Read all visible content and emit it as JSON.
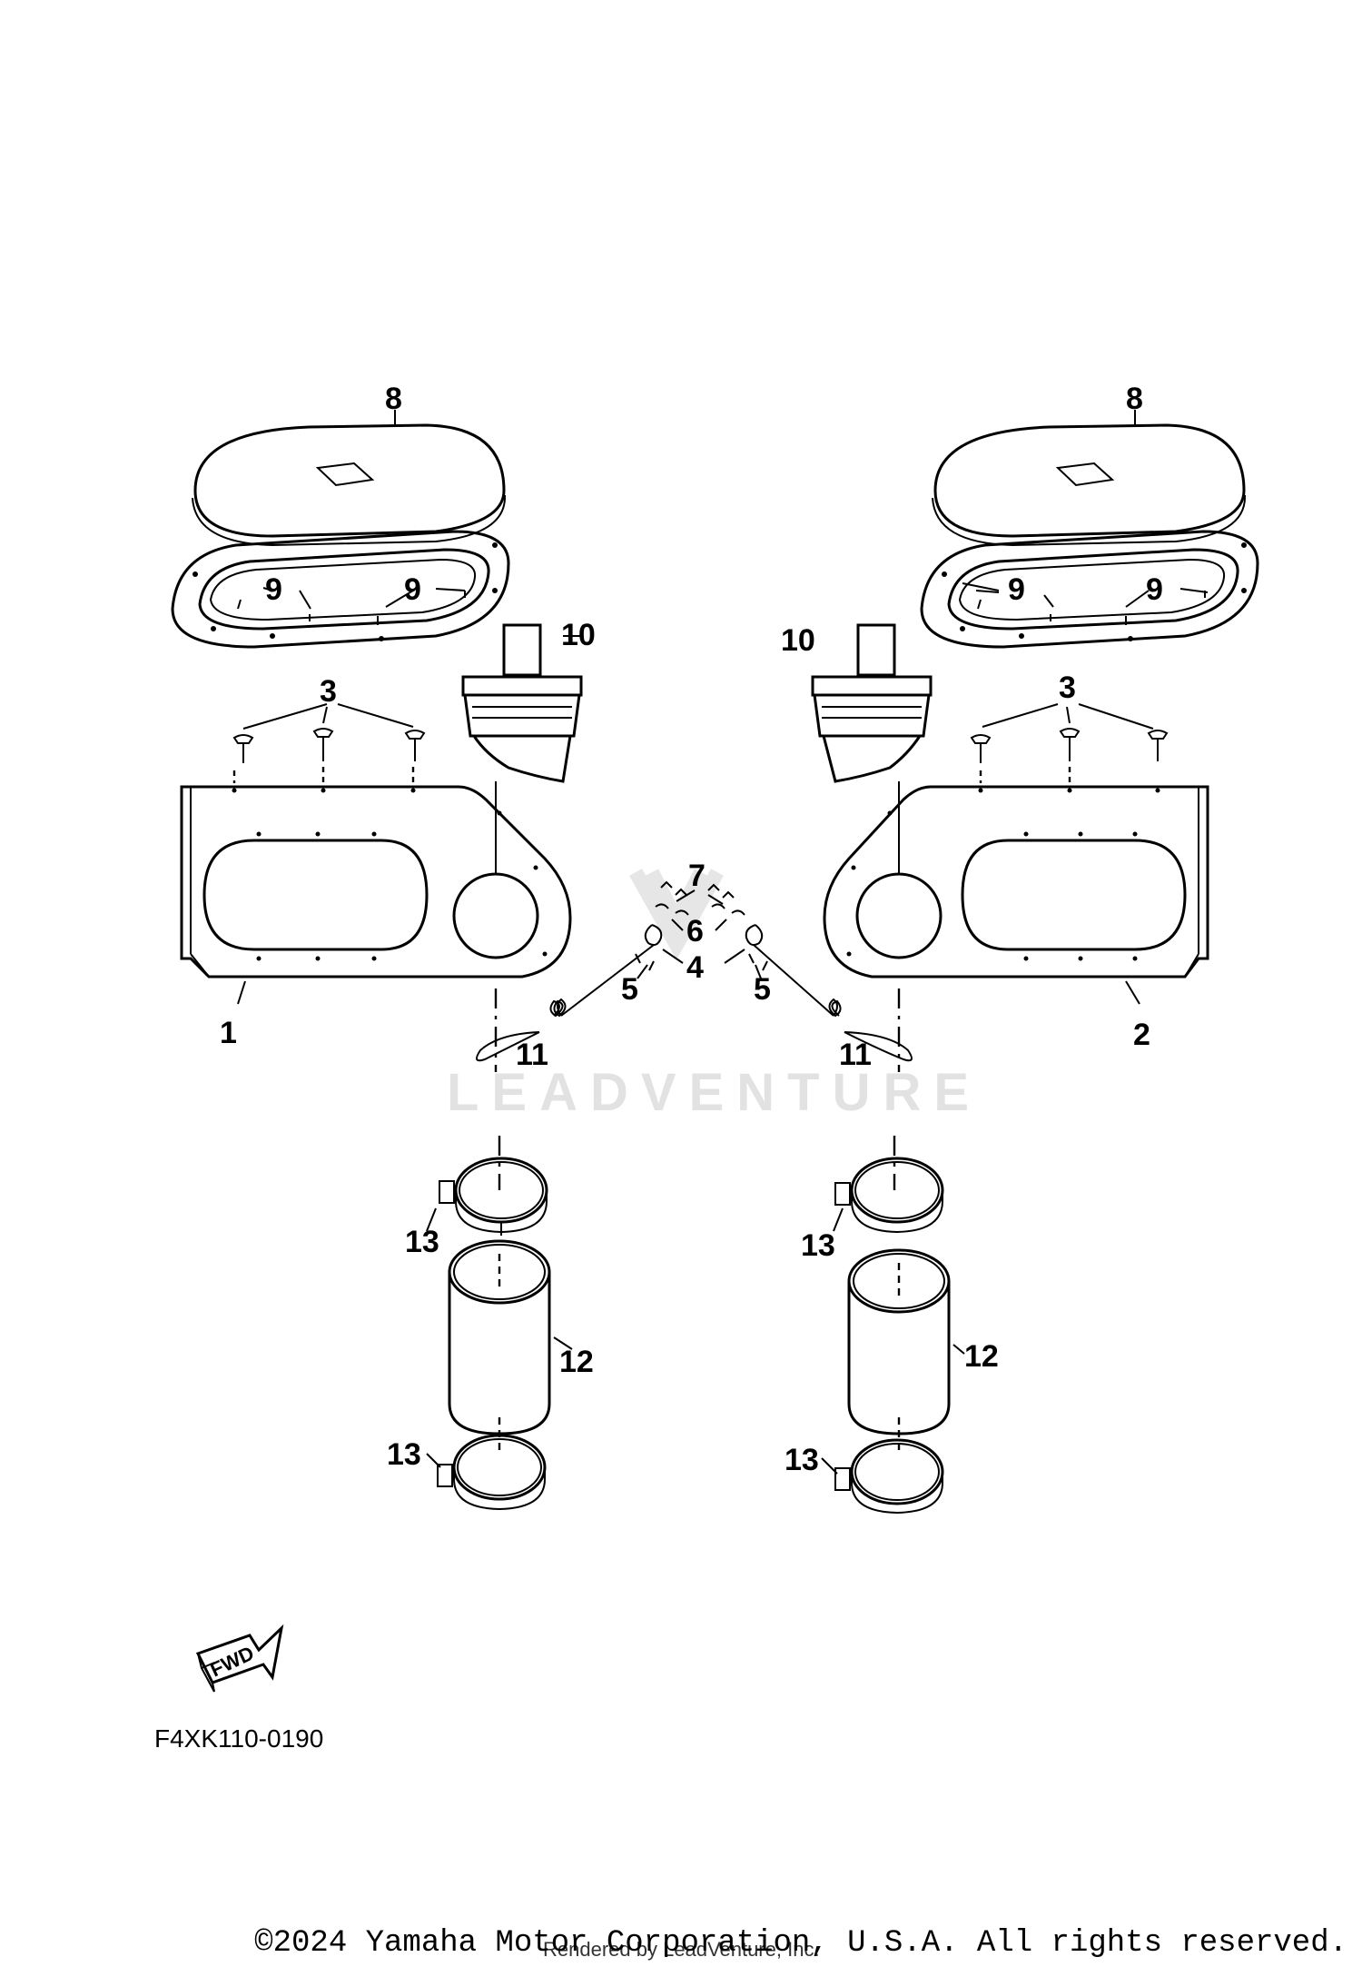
{
  "diagram": {
    "code": "F4XK110-0190",
    "watermark": "LEADVENTURE",
    "fwd_label": "FWD",
    "callouts": {
      "c1": "1",
      "c2": "2",
      "c3": "3",
      "c4": "4",
      "c5": "5",
      "c6": "6",
      "c7": "7",
      "c8": "8",
      "c9": "9",
      "c10": "10",
      "c11": "11",
      "c12": "12",
      "c13": "13"
    }
  },
  "footer": {
    "copyright": "©2024 Yamaha Motor Corporation, U.S.A. All rights reserved.",
    "rendered_by": "Rendered by LeadVenture, Inc."
  }
}
